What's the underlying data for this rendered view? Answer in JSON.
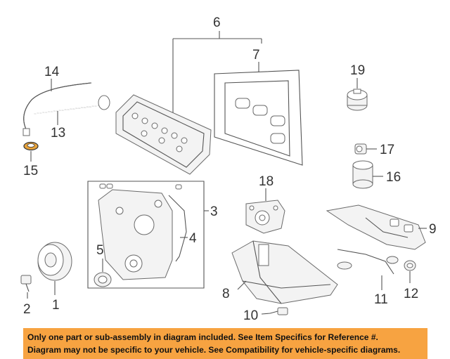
{
  "callouts": {
    "c1": "1",
    "c2": "2",
    "c3": "3",
    "c4": "4",
    "c5": "5",
    "c6": "6",
    "c7": "7",
    "c8": "8",
    "c9": "9",
    "c10": "10",
    "c11": "11",
    "c12": "12",
    "c13": "13",
    "c14": "14",
    "c15": "15",
    "c16": "16",
    "c17": "17",
    "c18": "18",
    "c19": "19"
  },
  "disclaimer": {
    "line1": "Only one part or sub-assembly in diagram included. See Item Specifics for Reference #.",
    "line2": "Diagram may not be specific to your vehicle. See Compatibility for vehicle-specific diagrams."
  },
  "colors": {
    "banner": "#f7a341",
    "highlight_part": "#e8a33a"
  }
}
